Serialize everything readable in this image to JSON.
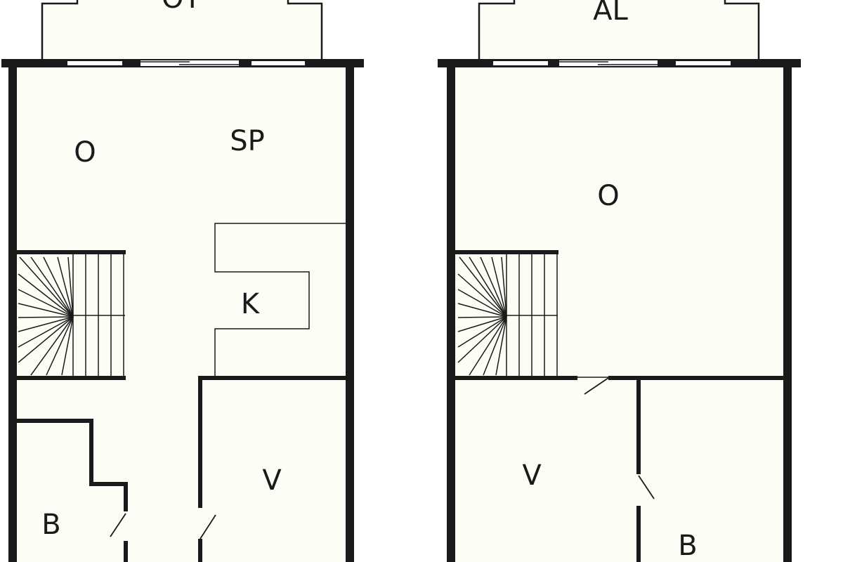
{
  "floor_plans": [
    {
      "rooms": {
        "top": "OT",
        "left_upper": "O",
        "right_upper": "SP",
        "kitchen": "K",
        "right_lower": "V",
        "left_lower": "B"
      }
    },
    {
      "rooms": {
        "top": "AL",
        "main": "O",
        "left_lower": "V",
        "right_lower": "B"
      }
    }
  ],
  "colors": {
    "wall": "#1a1a1a",
    "floor": "#fdfdf6"
  }
}
